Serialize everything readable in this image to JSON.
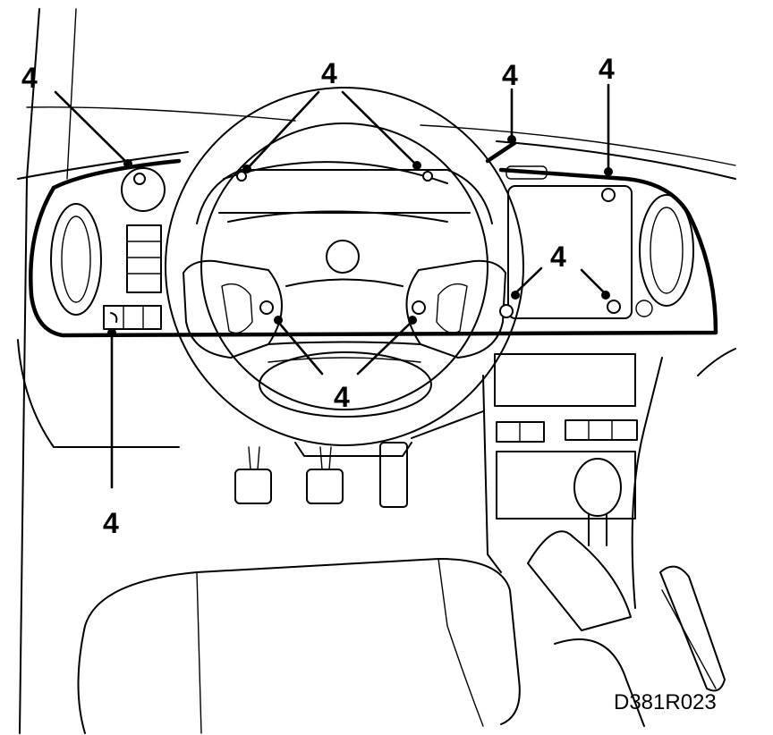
{
  "callouts": [
    {
      "id": "upper-left",
      "label": "4"
    },
    {
      "id": "steering-top",
      "label": "4"
    },
    {
      "id": "dash-top",
      "label": "4"
    },
    {
      "id": "upper-right",
      "label": "4"
    },
    {
      "id": "right-center",
      "label": "4"
    },
    {
      "id": "steering-bottom",
      "label": "4"
    },
    {
      "id": "lower-left",
      "label": "4"
    }
  ],
  "figure_code": "D381R023"
}
